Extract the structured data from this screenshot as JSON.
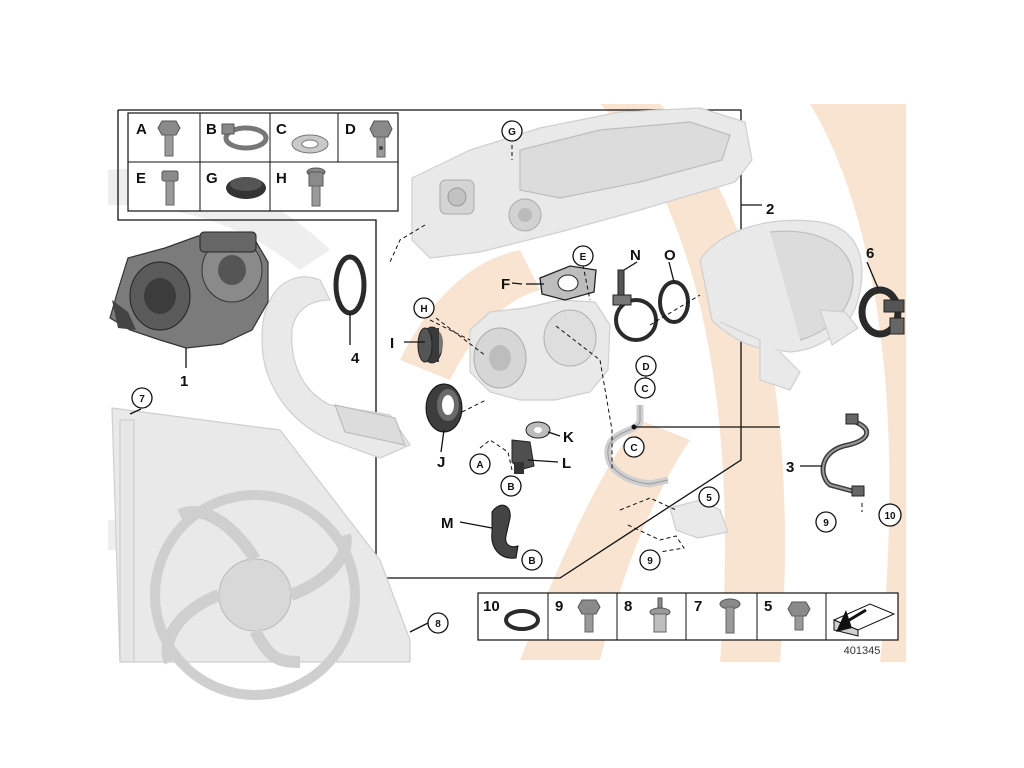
{
  "diagram_number": "401345",
  "legend_top": [
    {
      "key": "A",
      "icon": "hex-bolt-icon"
    },
    {
      "key": "B",
      "icon": "hose-clamp-icon"
    },
    {
      "key": "C",
      "icon": "washer-icon"
    },
    {
      "key": "D",
      "icon": "banjo-bolt-icon"
    },
    {
      "key": "E",
      "icon": "torx-bolt-icon"
    },
    {
      "key": "G",
      "icon": "grommet-icon"
    },
    {
      "key": "H",
      "icon": "stud-bolt-icon"
    }
  ],
  "legend_bottom": [
    {
      "key": "10",
      "icon": "o-ring-icon"
    },
    {
      "key": "9",
      "icon": "hex-bolt-icon"
    },
    {
      "key": "8",
      "icon": "expansion-rivet-icon"
    },
    {
      "key": "7",
      "icon": "pan-screw-icon"
    },
    {
      "key": "5",
      "icon": "hex-bolt-icon"
    }
  ],
  "callouts_circled": {
    "c7": "7",
    "c8": "8",
    "cG": "G",
    "cE": "E",
    "cH": "H",
    "cD": "D",
    "cC1": "C",
    "cC2": "C",
    "cA": "A",
    "cB1": "B",
    "cB2": "B",
    "c5": "5",
    "c9a": "9",
    "c9b": "9",
    "c10": "10"
  },
  "callouts_plain": {
    "p1": "1",
    "p2": "2",
    "p3": "3",
    "p4": "4",
    "p6": "6",
    "pF": "F",
    "pN": "N",
    "pO": "O",
    "pI": "I",
    "pJ": "J",
    "pK": "K",
    "pL": "L",
    "pM": "M"
  },
  "colors": {
    "watermark": "#f8e4d1",
    "ghost_part": "#e9e9e9",
    "dark_part": "#6a6a6a",
    "line": "#111111"
  }
}
